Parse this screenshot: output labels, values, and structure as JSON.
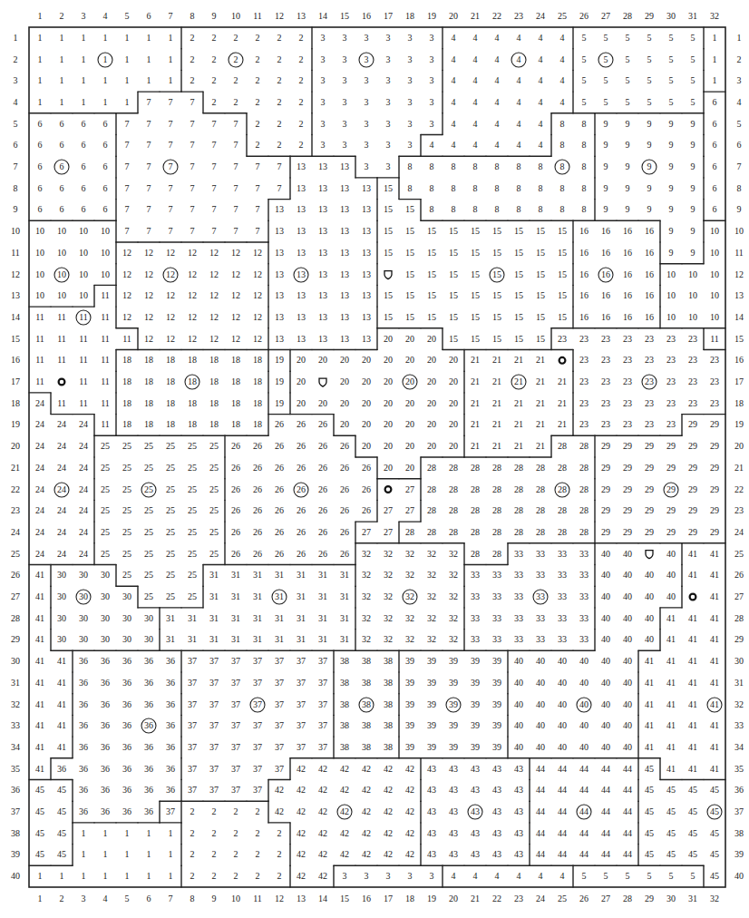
{
  "diagram": {
    "nodes": [
      {
        "text": [
          "1"
        ]
      },
      {
        "text": [
          "2"
        ]
      },
      {
        "text": [
          "3"
        ]
      },
      {
        "text": [
          "4"
        ]
      },
      {
        "text": [
          "5"
        ]
      },
      {
        "text": [
          "6"
        ]
      },
      {
        "text": [
          "7"
        ]
      },
      {
        "text": [
          "8"
        ]
      },
      {
        "text": [
          "9"
        ]
      },
      {
        "text": [
          "10"
        ]
      },
      {
        "text": [
          "12"
        ]
      },
      {
        "text": [
          "13"
        ]
      },
      {
        "text": [
          "15"
        ]
      },
      {
        "text": [
          "16"
        ]
      },
      {
        "text": [
          "11"
        ]
      },
      {
        "text": [
          "18"
        ]
      },
      {
        "text": [
          "20"
        ]
      },
      {
        "text": [
          "21"
        ]
      },
      {
        "text": [
          "23"
        ]
      },
      {
        "text": [
          "24"
        ]
      },
      {
        "text": [
          "25"
        ]
      },
      {
        "text": [
          "26"
        ]
      },
      {
        "text": [
          "28"
        ]
      },
      {
        "text": [
          "29"
        ]
      },
      {
        "text": [
          "30"
        ]
      },
      {
        "text": [
          "31"
        ]
      },
      {
        "text": [
          "32"
        ]
      },
      {
        "text": [
          "33"
        ]
      },
      {
        "text": [
          "37"
        ]
      },
      {
        "text": [
          "38"
        ]
      },
      {
        "text": [
          "39"
        ]
      },
      {
        "text": [
          "40"
        ]
      },
      {
        "text": [
          "41"
        ]
      },
      {
        "text": [
          "36"
        ]
      },
      {
        "text": [
          "42"
        ]
      },
      {
        "text": [
          "43"
        ]
      },
      {
        "text": [
          "44"
        ]
      },
      {
        "text": [
          "45"
        ]
      }
    ],
    "labels": [
      "1",
      "2",
      "3",
      "4",
      "5",
      "6",
      "7",
      "8",
      "9",
      "10",
      "11",
      "12",
      "13",
      "14",
      "15",
      "16",
      "17",
      "18",
      "19",
      "20",
      "21",
      "22",
      "23",
      "24",
      "25",
      "26",
      "27",
      "28",
      "29",
      "30",
      "31",
      "32",
      "1",
      "1",
      "1",
      "1",
      "1",
      "1",
      "1",
      "1",
      "2",
      "2",
      "2",
      "2",
      "2",
      "2",
      "3",
      "3",
      "3",
      "3",
      "3",
      "3",
      "4",
      "4",
      "4",
      "4",
      "4",
      "4",
      "5",
      "5",
      "5",
      "5",
      "5",
      "5",
      "1",
      "1",
      "2",
      "1",
      "1",
      "1",
      "1",
      "1",
      "1",
      "2",
      "2",
      "2",
      "2",
      "2",
      "3",
      "3",
      "3",
      "3",
      "3",
      "4",
      "4",
      "4",
      "4",
      "4",
      "5",
      "5",
      "5",
      "5",
      "5",
      "1",
      "2",
      "3",
      "1",
      "1",
      "1",
      "1",
      "1",
      "1",
      "1",
      "2",
      "2",
      "2",
      "2",
      "2",
      "2",
      "3",
      "3",
      "3",
      "3",
      "3",
      "3",
      "4",
      "4",
      "4",
      "4",
      "4",
      "4",
      "5",
      "5",
      "5",
      "5",
      "5",
      "5",
      "1",
      "3",
      "4",
      "1",
      "1",
      "1",
      "1",
      "1",
      "7",
      "7",
      "7",
      "2",
      "2",
      "2",
      "2",
      "2",
      "3",
      "3",
      "3",
      "3",
      "3",
      "3",
      "4",
      "4",
      "4",
      "4",
      "4",
      "4",
      "5",
      "5",
      "5",
      "5",
      "5",
      "5",
      "6",
      "4",
      "5",
      "6",
      "6",
      "6",
      "6",
      "7",
      "7",
      "7",
      "7",
      "7",
      "7",
      "2",
      "2",
      "2",
      "3",
      "3",
      "3",
      "3",
      "3",
      "3",
      "4",
      "4",
      "4",
      "4",
      "4",
      "8",
      "8",
      "9",
      "9",
      "9",
      "9",
      "9",
      "6",
      "5",
      "6",
      "6",
      "6",
      "6",
      "6",
      "7",
      "7",
      "7",
      "7",
      "7",
      "7",
      "2",
      "2",
      "2",
      "3",
      "3",
      "3",
      "3",
      "3",
      "4",
      "4",
      "4",
      "4",
      "4",
      "4",
      "8",
      "8",
      "9",
      "9",
      "9",
      "9",
      "9",
      "6",
      "6",
      "7",
      "6",
      "6",
      "6",
      "7",
      "7",
      "7",
      "7",
      "7",
      "7",
      "7",
      "13",
      "13",
      "13",
      "3",
      "3",
      "8",
      "8",
      "8",
      "8",
      "8",
      "8",
      "8",
      "8",
      "9",
      "9",
      "9",
      "9",
      "6",
      "7",
      "8",
      "6",
      "6",
      "6",
      "6",
      "7",
      "7",
      "7",
      "7",
      "7",
      "7",
      "7",
      "7",
      "13",
      "13",
      "13",
      "13",
      "15",
      "8",
      "8",
      "8",
      "8",
      "8",
      "8",
      "8",
      "8",
      "8",
      "9",
      "9",
      "9",
      "9",
      "9",
      "6",
      "8",
      "9",
      "6",
      "6",
      "6",
      "6",
      "7",
      "7",
      "7",
      "7",
      "7",
      "7",
      "7",
      "13",
      "13",
      "13",
      "13",
      "13",
      "15",
      "15",
      "8",
      "8",
      "8",
      "8",
      "8",
      "8",
      "8",
      "8",
      "9",
      "9",
      "9",
      "9",
      "9",
      "6",
      "9",
      "10",
      "10",
      "10",
      "10",
      "10",
      "7",
      "7",
      "7",
      "7",
      "7",
      "7",
      "7",
      "13",
      "13",
      "13",
      "13",
      "13",
      "15",
      "15",
      "15",
      "15",
      "15",
      "15",
      "15",
      "15",
      "15",
      "16",
      "16",
      "16",
      "16",
      "9",
      "9",
      "10",
      "10",
      "11",
      "10",
      "10",
      "10",
      "10",
      "12",
      "12",
      "12",
      "12",
      "12",
      "12",
      "12",
      "13",
      "13",
      "13",
      "13",
      "13",
      "15",
      "15",
      "15",
      "15",
      "15",
      "15",
      "15",
      "15",
      "15",
      "16",
      "16",
      "16",
      "16",
      "9",
      "9",
      "10",
      "11",
      "12",
      "10",
      "10",
      "10",
      "12",
      "12",
      "12",
      "12",
      "12",
      "12",
      "13",
      "13",
      "13",
      "13",
      "15",
      "15",
      "15",
      "15",
      "15",
      "15",
      "15",
      "16",
      "16",
      "16",
      "10",
      "10",
      "10",
      "12",
      "13",
      "10",
      "10",
      "10",
      "11",
      "12",
      "12",
      "12",
      "12",
      "12",
      "12",
      "12",
      "13",
      "13",
      "13",
      "13",
      "13",
      "15",
      "15",
      "15",
      "15",
      "15",
      "15",
      "15",
      "15",
      "15",
      "16",
      "16",
      "16",
      "16",
      "10",
      "10",
      "10",
      "13",
      "14",
      "11",
      "11",
      "11",
      "12",
      "12",
      "12",
      "12",
      "12",
      "12",
      "12",
      "13",
      "13",
      "13",
      "13",
      "13",
      "15",
      "15",
      "15",
      "15",
      "15",
      "15",
      "15",
      "15",
      "15",
      "16",
      "16",
      "16",
      "16",
      "10",
      "10",
      "10",
      "14",
      "15",
      "11",
      "11",
      "11",
      "11",
      "11",
      "12",
      "12",
      "12",
      "12",
      "12",
      "12",
      "13",
      "13",
      "13",
      "13",
      "13",
      "20",
      "20",
      "20",
      "15",
      "15",
      "15",
      "15",
      "15",
      "23",
      "23",
      "23",
      "23",
      "23",
      "23",
      "23",
      "11",
      "15",
      "16",
      "11",
      "11",
      "11",
      "11",
      "18",
      "18",
      "18",
      "18",
      "18",
      "18",
      "18",
      "19",
      "20",
      "20",
      "20",
      "20",
      "20",
      "20",
      "20",
      "20",
      "21",
      "21",
      "21",
      "21",
      "23",
      "23",
      "23",
      "23",
      "23",
      "23",
      "23",
      "16",
      "17",
      "11",
      "11",
      "11",
      "18",
      "18",
      "18",
      "18",
      "18",
      "18",
      "19",
      "20",
      "20",
      "20",
      "20",
      "20",
      "20",
      "21",
      "21",
      "21",
      "21",
      "23",
      "23",
      "23",
      "23",
      "23",
      "23",
      "17",
      "18",
      "24",
      "11",
      "11",
      "11",
      "18",
      "18",
      "18",
      "18",
      "18",
      "18",
      "18",
      "19",
      "20",
      "20",
      "20",
      "20",
      "20",
      "20",
      "20",
      "20",
      "21",
      "21",
      "21",
      "21",
      "21",
      "23",
      "23",
      "23",
      "23",
      "23",
      "23",
      "23",
      "18",
      "19",
      "24",
      "24",
      "24",
      "11",
      "18",
      "18",
      "18",
      "18",
      "18",
      "18",
      "18",
      "26",
      "26",
      "26",
      "20",
      "20",
      "20",
      "20",
      "20",
      "20",
      "21",
      "21",
      "21",
      "21",
      "21",
      "23",
      "23",
      "23",
      "23",
      "23",
      "29",
      "29",
      "19",
      "20",
      "24",
      "24",
      "24",
      "25",
      "25",
      "25",
      "25",
      "25",
      "25",
      "26",
      "26",
      "26",
      "26",
      "26",
      "26",
      "20",
      "20",
      "20",
      "20",
      "20",
      "21",
      "21",
      "21",
      "21",
      "28",
      "28",
      "29",
      "29",
      "29",
      "29",
      "29",
      "29",
      "20",
      "21",
      "24",
      "24",
      "24",
      "25",
      "25",
      "25",
      "25",
      "25",
      "25",
      "26",
      "26",
      "26",
      "26",
      "26",
      "26",
      "26",
      "20",
      "20",
      "28",
      "28",
      "28",
      "28",
      "28",
      "28",
      "28",
      "28",
      "29",
      "29",
      "29",
      "29",
      "29",
      "29",
      "21",
      "22",
      "24",
      "24",
      "25",
      "25",
      "25",
      "25",
      "25",
      "26",
      "26",
      "26",
      "26",
      "26",
      "26",
      "27",
      "28",
      "28",
      "28",
      "28",
      "28",
      "28",
      "28",
      "29",
      "29",
      "29",
      "29",
      "29",
      "22",
      "23",
      "24",
      "24",
      "24",
      "25",
      "25",
      "25",
      "25",
      "25",
      "25",
      "26",
      "26",
      "26",
      "26",
      "26",
      "26",
      "26",
      "27",
      "27",
      "28",
      "28",
      "28",
      "28",
      "28",
      "28",
      "28",
      "28",
      "29",
      "29",
      "29",
      "29",
      "29",
      "29",
      "23",
      "24",
      "24",
      "24",
      "24",
      "25",
      "25",
      "25",
      "25",
      "25",
      "25",
      "26",
      "26",
      "26",
      "26",
      "26",
      "26",
      "27",
      "27",
      "28",
      "28",
      "28",
      "28",
      "28",
      "28",
      "28",
      "28",
      "28",
      "29",
      "29",
      "29",
      "29",
      "29",
      "29",
      "24",
      "25",
      "24",
      "24",
      "24",
      "25",
      "25",
      "25",
      "25",
      "25",
      "25",
      "26",
      "26",
      "26",
      "26",
      "26",
      "26",
      "32",
      "32",
      "32",
      "32",
      "32",
      "28",
      "28",
      "33",
      "33",
      "33",
      "33",
      "40",
      "40",
      "40",
      "41",
      "41",
      "25",
      "26",
      "41",
      "30",
      "30",
      "30",
      "25",
      "25",
      "25",
      "25",
      "31",
      "31",
      "31",
      "31",
      "31",
      "31",
      "31",
      "32",
      "32",
      "32",
      "32",
      "32",
      "33",
      "33",
      "33",
      "33",
      "33",
      "33",
      "40",
      "40",
      "40",
      "40",
      "41",
      "41",
      "26",
      "27",
      "41",
      "30",
      "30",
      "30",
      "25",
      "25",
      "25",
      "31",
      "31",
      "31",
      "31",
      "31",
      "31",
      "32",
      "32",
      "32",
      "32",
      "33",
      "33",
      "33",
      "33",
      "33",
      "40",
      "40",
      "40",
      "40",
      "41",
      "27",
      "28",
      "41",
      "30",
      "30",
      "30",
      "30",
      "30",
      "31",
      "31",
      "31",
      "31",
      "31",
      "31",
      "31",
      "31",
      "31",
      "32",
      "32",
      "32",
      "32",
      "32",
      "33",
      "33",
      "33",
      "33",
      "33",
      "33",
      "40",
      "40",
      "40",
      "41",
      "41",
      "41",
      "28",
      "29",
      "41",
      "30",
      "30",
      "30",
      "30",
      "30",
      "31",
      "31",
      "31",
      "31",
      "31",
      "31",
      "31",
      "31",
      "31",
      "32",
      "32",
      "32",
      "32",
      "32",
      "33",
      "33",
      "33",
      "33",
      "33",
      "33",
      "40",
      "40",
      "40",
      "41",
      "41",
      "41",
      "29",
      "30",
      "41",
      "41",
      "36",
      "36",
      "36",
      "36",
      "36",
      "37",
      "37",
      "37",
      "37",
      "37",
      "37",
      "37",
      "38",
      "38",
      "38",
      "39",
      "39",
      "39",
      "39",
      "39",
      "40",
      "40",
      "40",
      "40",
      "40",
      "40",
      "41",
      "41",
      "41",
      "41",
      "30",
      "31",
      "41",
      "41",
      "36",
      "36",
      "36",
      "36",
      "36",
      "37",
      "37",
      "37",
      "37",
      "37",
      "37",
      "37",
      "38",
      "38",
      "38",
      "39",
      "39",
      "39",
      "39",
      "39",
      "40",
      "40",
      "40",
      "40",
      "40",
      "40",
      "41",
      "41",
      "41",
      "41",
      "31",
      "32",
      "41",
      "41",
      "36",
      "36",
      "36",
      "36",
      "36",
      "37",
      "37",
      "37",
      "37",
      "37",
      "37",
      "38",
      "38",
      "39",
      "39",
      "39",
      "39",
      "40",
      "40",
      "40",
      "40",
      "40",
      "41",
      "41",
      "41",
      "32",
      "33",
      "41",
      "41",
      "36",
      "36",
      "36",
      "36",
      "37",
      "37",
      "37",
      "37",
      "37",
      "37",
      "37",
      "38",
      "38",
      "38",
      "39",
      "39",
      "39",
      "39",
      "39",
      "40",
      "40",
      "40",
      "40",
      "40",
      "40",
      "41",
      "41",
      "41",
      "41",
      "33",
      "34",
      "41",
      "41",
      "36",
      "36",
      "36",
      "36",
      "36",
      "37",
      "37",
      "37",
      "37",
      "37",
      "37",
      "37",
      "38",
      "38",
      "38",
      "39",
      "39",
      "39",
      "39",
      "39",
      "40",
      "40",
      "40",
      "40",
      "40",
      "40",
      "41",
      "41",
      "41",
      "41",
      "34",
      "35",
      "41",
      "36",
      "36",
      "36",
      "36",
      "36",
      "36",
      "37",
      "37",
      "37",
      "37",
      "37",
      "42",
      "42",
      "42",
      "42",
      "42",
      "42",
      "43",
      "43",
      "43",
      "43",
      "43",
      "44",
      "44",
      "44",
      "44",
      "44",
      "45",
      "41",
      "41",
      "41",
      "35",
      "36",
      "45",
      "45",
      "36",
      "36",
      "36",
      "36",
      "36",
      "37",
      "37",
      "37",
      "37",
      "42",
      "42",
      "42",
      "42",
      "42",
      "42",
      "42",
      "43",
      "43",
      "43",
      "43",
      "43",
      "44",
      "44",
      "44",
      "44",
      "44",
      "45",
      "45",
      "45",
      "45",
      "36",
      "37",
      "45",
      "45",
      "36",
      "36",
      "36",
      "36",
      "37",
      "2",
      "2",
      "2",
      "2",
      "42",
      "42",
      "42",
      "42",
      "42",
      "42",
      "43",
      "43",
      "43",
      "43",
      "44",
      "44",
      "44",
      "44",
      "45",
      "45",
      "45",
      "37",
      "38",
      "45",
      "45",
      "1",
      "1",
      "1",
      "1",
      "1",
      "2",
      "2",
      "2",
      "2",
      "2",
      "42",
      "42",
      "42",
      "42",
      "42",
      "42",
      "43",
      "43",
      "43",
      "43",
      "43",
      "44",
      "44",
      "44",
      "44",
      "44",
      "45",
      "45",
      "45",
      "45",
      "38",
      "39",
      "45",
      "45",
      "1",
      "1",
      "1",
      "1",
      "1",
      "2",
      "2",
      "2",
      "2",
      "2",
      "42",
      "42",
      "42",
      "42",
      "42",
      "42",
      "43",
      "43",
      "43",
      "43",
      "43",
      "44",
      "44",
      "44",
      "44",
      "44",
      "45",
      "45",
      "45",
      "45",
      "39",
      "40",
      "1",
      "1",
      "1",
      "1",
      "1",
      "1",
      "1",
      "2",
      "2",
      "2",
      "2",
      "2",
      "42",
      "42",
      "3",
      "3",
      "3",
      "3",
      "3",
      "4",
      "4",
      "4",
      "4",
      "4",
      "4",
      "5",
      "5",
      "5",
      "5",
      "5",
      "5",
      "45",
      "40",
      "1",
      "2",
      "3",
      "4",
      "5",
      "6",
      "7",
      "8",
      "9",
      "10",
      "11",
      "12",
      "13",
      "14",
      "15",
      "16",
      "17",
      "18",
      "19",
      "20",
      "21",
      "22",
      "23",
      "24",
      "25",
      "26",
      "27",
      "28",
      "29",
      "30",
      "31",
      "32"
    ]
  }
}
